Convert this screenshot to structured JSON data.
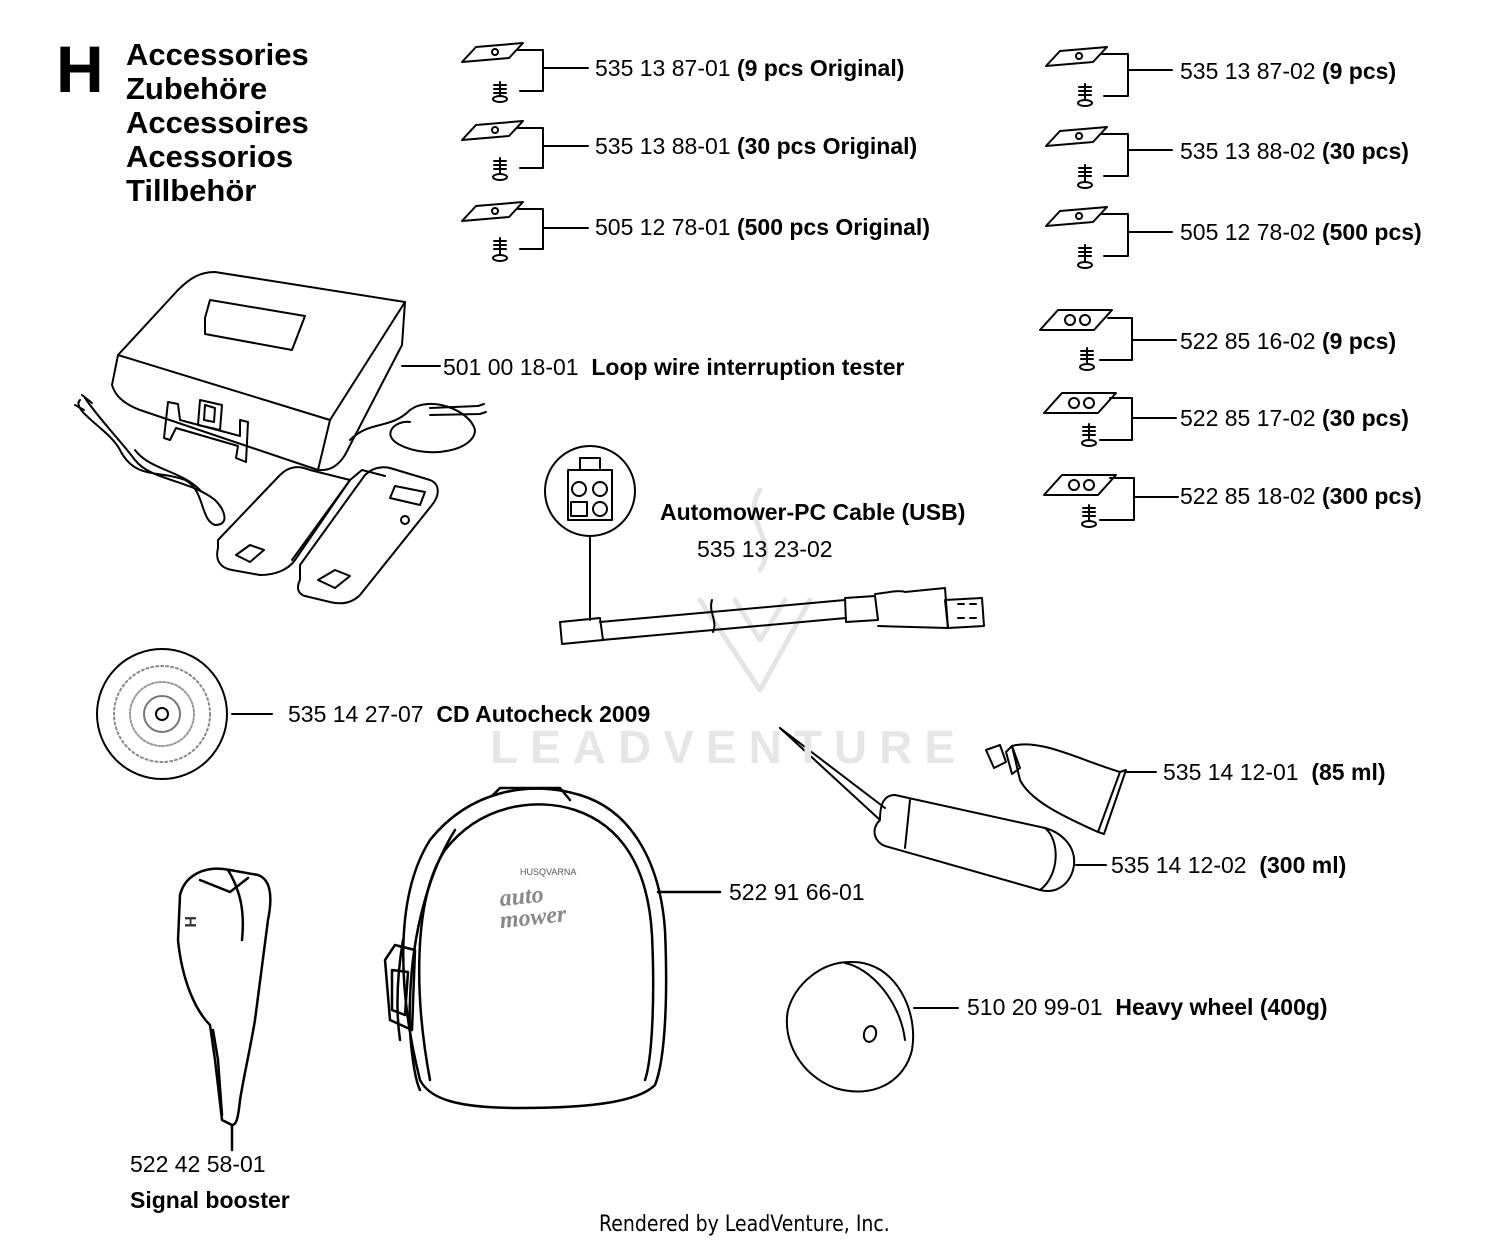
{
  "section": {
    "letter": "H",
    "titles": [
      "Accessories",
      "Zubehöre",
      "Accessoires",
      "Acessorios",
      "Tillbehör"
    ]
  },
  "parts": [
    {
      "id": "blade-9-orig",
      "number": "535 13 87-01",
      "desc": "(9 pcs Original)"
    },
    {
      "id": "blade-30-orig",
      "number": "535 13 88-01",
      "desc": "(30 pcs Original)"
    },
    {
      "id": "blade-500-orig",
      "number": "505 12 78-01",
      "desc": "(500 pcs Original)"
    },
    {
      "id": "blade-9",
      "number": "535 13 87-02",
      "desc": "(9 pcs)"
    },
    {
      "id": "blade-30",
      "number": "535 13 88-02",
      "desc": "(30 pcs)"
    },
    {
      "id": "blade-500",
      "number": "505 12 78-02",
      "desc": "(500 pcs)"
    },
    {
      "id": "rblade-9",
      "number": "522 85 16-02",
      "desc": "(9 pcs)"
    },
    {
      "id": "rblade-30",
      "number": "522 85 17-02",
      "desc": "(30 pcs)"
    },
    {
      "id": "rblade-300",
      "number": "522 85 18-02",
      "desc": "(300 pcs)"
    },
    {
      "id": "loop-tester",
      "number": "501 00 18-01",
      "desc": "Loop wire interruption tester"
    },
    {
      "id": "pc-cable",
      "number": "535 13 23-02",
      "desc": "Automower-PC Cable (USB)"
    },
    {
      "id": "cd-autocheck",
      "number": "535 14 27-07",
      "desc": "CD Autocheck 2009"
    },
    {
      "id": "grease-85",
      "number": "535 14 12-01",
      "desc": "(85 ml)"
    },
    {
      "id": "grease-300",
      "number": "535 14 12-02",
      "desc": "(300 ml)"
    },
    {
      "id": "backpack",
      "number": "522 91 66-01",
      "desc": ""
    },
    {
      "id": "heavy-wheel",
      "number": "510 20 99-01",
      "desc": "Heavy wheel (400g)"
    },
    {
      "id": "signal-booster",
      "number": "522 42 58-01",
      "desc": "Signal booster"
    }
  ],
  "watermark": "LEADVENTURE",
  "footer": "Rendered by LeadVenture, Inc."
}
